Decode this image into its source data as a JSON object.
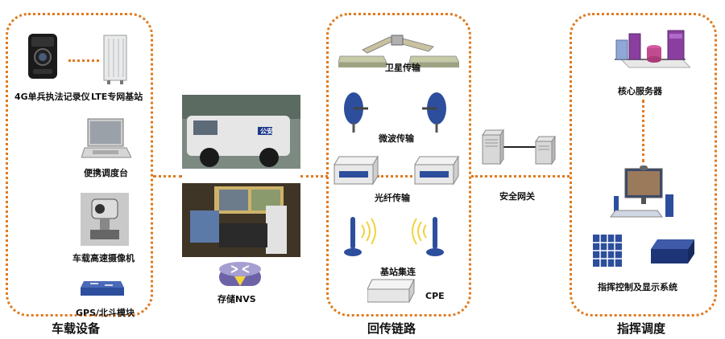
{
  "sections": {
    "vehicle": {
      "title": "车载设备"
    },
    "backhaul": {
      "title": "回传链路"
    },
    "command": {
      "title": "指挥调度"
    }
  },
  "devices": {
    "recorder": "4G单兵执法记录仪",
    "lte_base": "LTE专网基站",
    "laptop": "便携调度台",
    "camera": "车载高速摄像机",
    "gps": "GPS/北斗模块",
    "nvs": "存储NVS",
    "satellite": "卫星传输",
    "microwave": "微波传输",
    "fiber": "光纤传输",
    "base_station": "基站集连",
    "cpe": "CPE",
    "gateway": "安全网关",
    "core_server": "核心服务器",
    "display_system": "指挥控制及显示系统"
  },
  "vehicle_photo_text": "公安",
  "colors": {
    "border": "#e07a1f",
    "icon_blue": "#2d4e9c",
    "server_purple": "#8a3fa0"
  }
}
